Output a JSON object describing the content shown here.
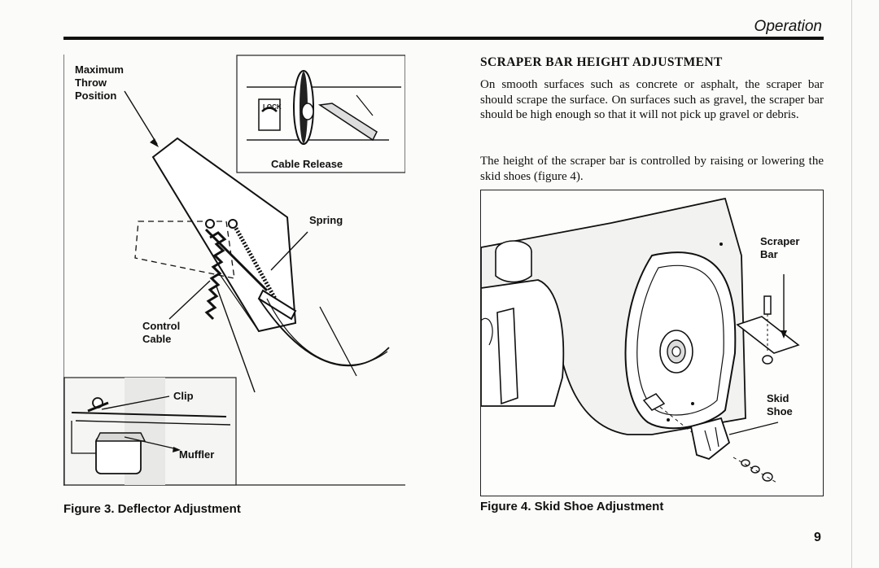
{
  "header": {
    "section": "Operation"
  },
  "figure3": {
    "labels": {
      "max_throw": "Maximum\nThrow\nPosition",
      "cable_release": "Cable Release",
      "lock": "LOCK",
      "spring": "Spring",
      "control_cable": "Control\nCable",
      "clip": "Clip",
      "muffler": "Muffler"
    },
    "caption": "Figure 3. Deflector Adjustment"
  },
  "text": {
    "heading": "SCRAPER BAR HEIGHT ADJUSTMENT",
    "paragraph1": "On smooth surfaces such as concrete or asphalt, the scraper bar should scrape the surface. On surfaces such as gravel, the scraper bar should be high enough so that it will not pick up gravel or debris.",
    "paragraph2": "The height of the scraper bar is controlled by raising or lowering the skid shoes (figure 4)."
  },
  "figure4": {
    "labels": {
      "scraper_bar": "Scraper\nBar",
      "skid_shoe": "Skid\nShoe"
    },
    "caption": "Figure 4. Skid Shoe Adjustment"
  },
  "page_number": "9"
}
